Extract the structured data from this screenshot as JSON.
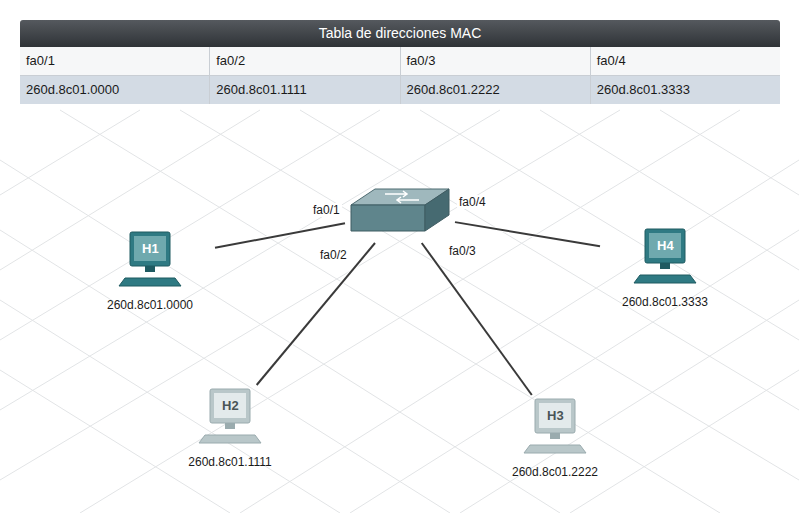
{
  "diagram": {
    "title": "Tabla de direcciones MAC",
    "nodes": [
      {
        "text": []
      },
      {
        "text": [
          "H1",
          "260d.8c01.0000"
        ]
      },
      {
        "text": [
          "H2",
          "260d.8c01.1111"
        ]
      },
      {
        "text": [
          "H3",
          "260d.8c01.2222"
        ]
      },
      {
        "text": [
          "H4",
          "260d.8c01.3333"
        ]
      }
    ],
    "edges": [
      {
        "from": 0,
        "to": 1,
        "label": "fa0/1",
        "arrow": "none"
      },
      {
        "from": 0,
        "to": 2,
        "label": "fa0/2",
        "arrow": "none"
      },
      {
        "from": 0,
        "to": 3,
        "label": "fa0/3",
        "arrow": "none"
      },
      {
        "from": 0,
        "to": 4,
        "label": "fa0/4",
        "arrow": "none"
      }
    ],
    "labels": [
      "fa0/1",
      "fa0/2",
      "fa0/3",
      "fa0/4",
      "260d.8c01.0000",
      "260d.8c01.1111",
      "260d.8c01.2222",
      "260d.8c01.3333"
    ]
  }
}
